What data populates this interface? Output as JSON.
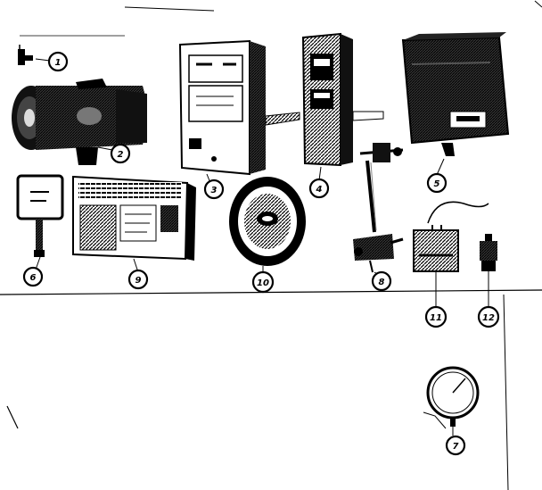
{
  "callouts": [
    {
      "id": "c1",
      "label": "1"
    },
    {
      "id": "c2",
      "label": "2"
    },
    {
      "id": "c3",
      "label": "3"
    },
    {
      "id": "c4",
      "label": "4"
    },
    {
      "id": "c5",
      "label": "5"
    },
    {
      "id": "c6",
      "label": "6"
    },
    {
      "id": "c7",
      "label": "7"
    },
    {
      "id": "c8",
      "label": "8"
    },
    {
      "id": "c9",
      "label": "9"
    },
    {
      "id": "c10",
      "label": "10"
    },
    {
      "id": "c11",
      "label": "11"
    },
    {
      "id": "c12",
      "label": "12"
    }
  ],
  "colors": {
    "ink": "#000000",
    "paper": "#ffffff",
    "shade": "#2a2a2a"
  }
}
